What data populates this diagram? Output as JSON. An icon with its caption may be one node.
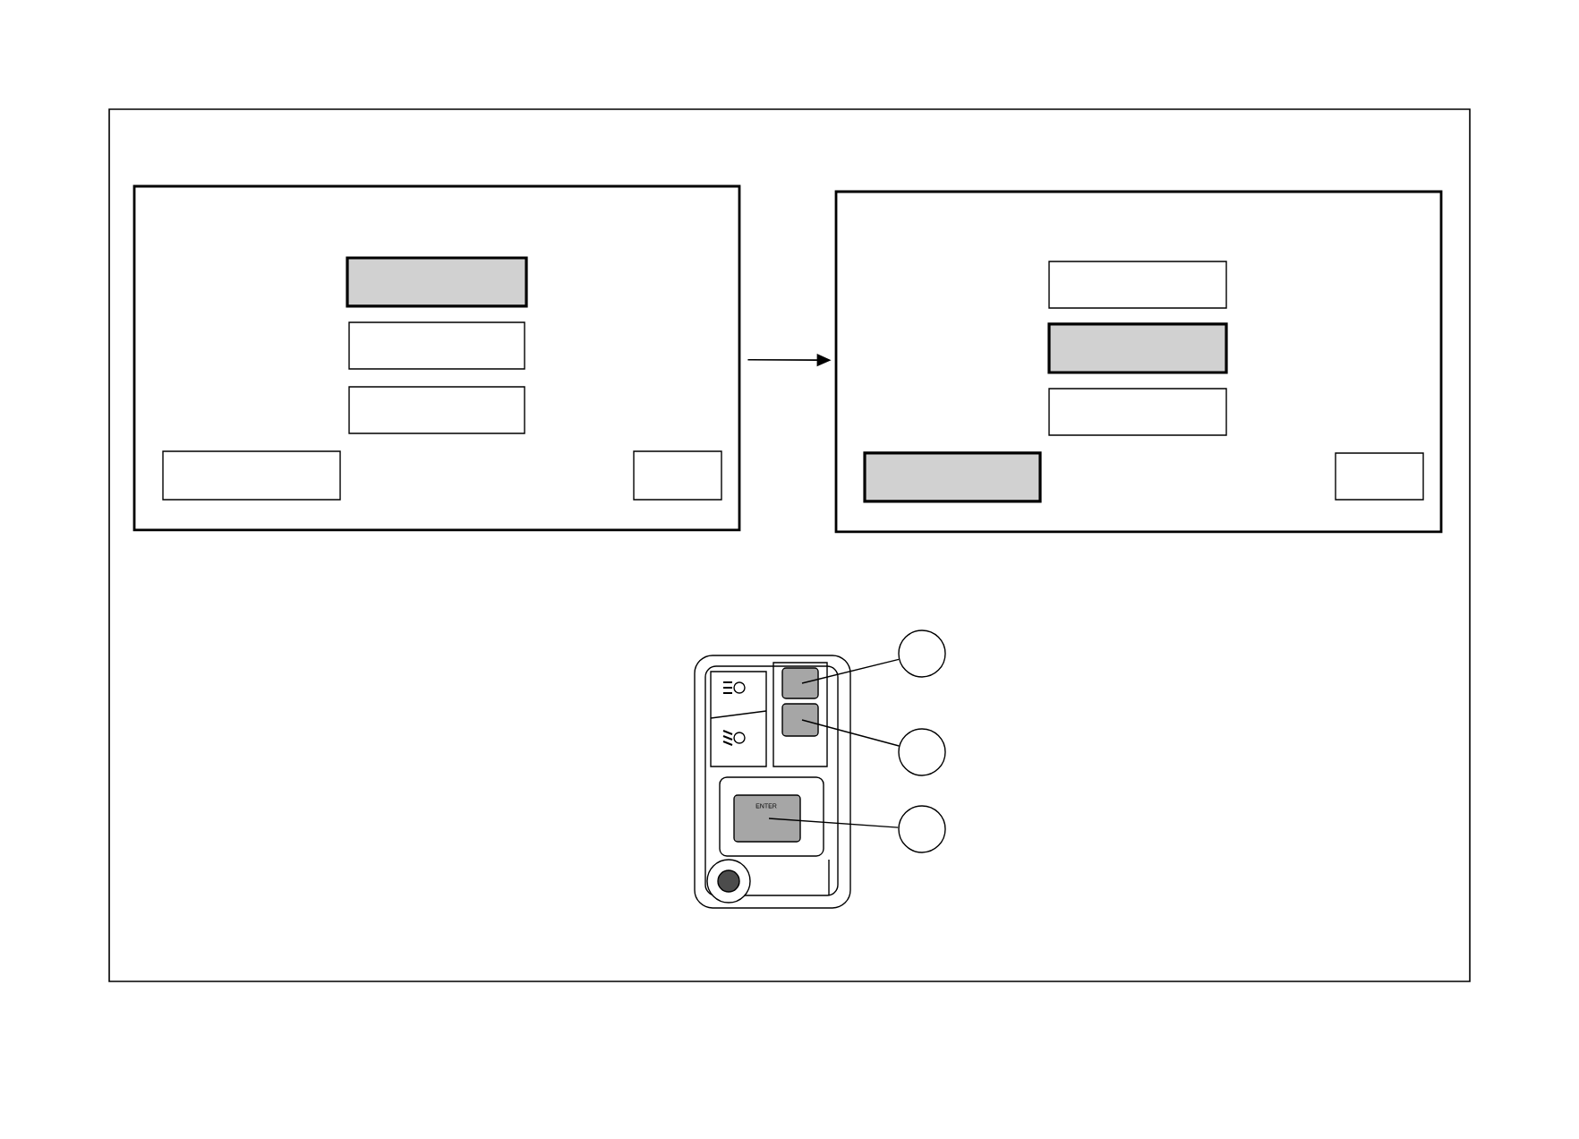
{
  "diagram": {
    "nodes": [
      {
        "text": [],
        "shape": "box"
      },
      {
        "text": [],
        "shape": "box",
        "in": 0
      },
      {
        "text": [],
        "shape": "box",
        "in": 0
      },
      {
        "text": [],
        "shape": "box",
        "in": 0
      },
      {
        "text": [],
        "shape": "box",
        "in": 0
      },
      {
        "text": [],
        "shape": "box",
        "in": 0
      },
      {
        "text": [],
        "shape": "box"
      },
      {
        "text": [],
        "shape": "box",
        "in": 6
      },
      {
        "text": [],
        "shape": "box",
        "in": 6
      },
      {
        "text": [],
        "shape": "box",
        "in": 6
      },
      {
        "text": [],
        "shape": "box",
        "in": 6
      },
      {
        "text": [],
        "shape": "box",
        "in": 6
      },
      {
        "text": [],
        "shape": "circle"
      },
      {
        "text": [],
        "shape": "circle"
      },
      {
        "text": [],
        "shape": "circle"
      },
      {
        "text": [],
        "shape": "box"
      },
      {
        "text": [],
        "shape": "box"
      },
      {
        "text": [],
        "shape": "box"
      }
    ],
    "edges": [
      {
        "from": 0,
        "to": 6,
        "arrow": "to"
      },
      {
        "from": 12,
        "to": 15,
        "arrow": "none"
      },
      {
        "from": 13,
        "to": 16,
        "arrow": "none"
      },
      {
        "from": 14,
        "to": 17,
        "arrow": "none"
      }
    ],
    "labels": [
      "ENTER"
    ]
  }
}
